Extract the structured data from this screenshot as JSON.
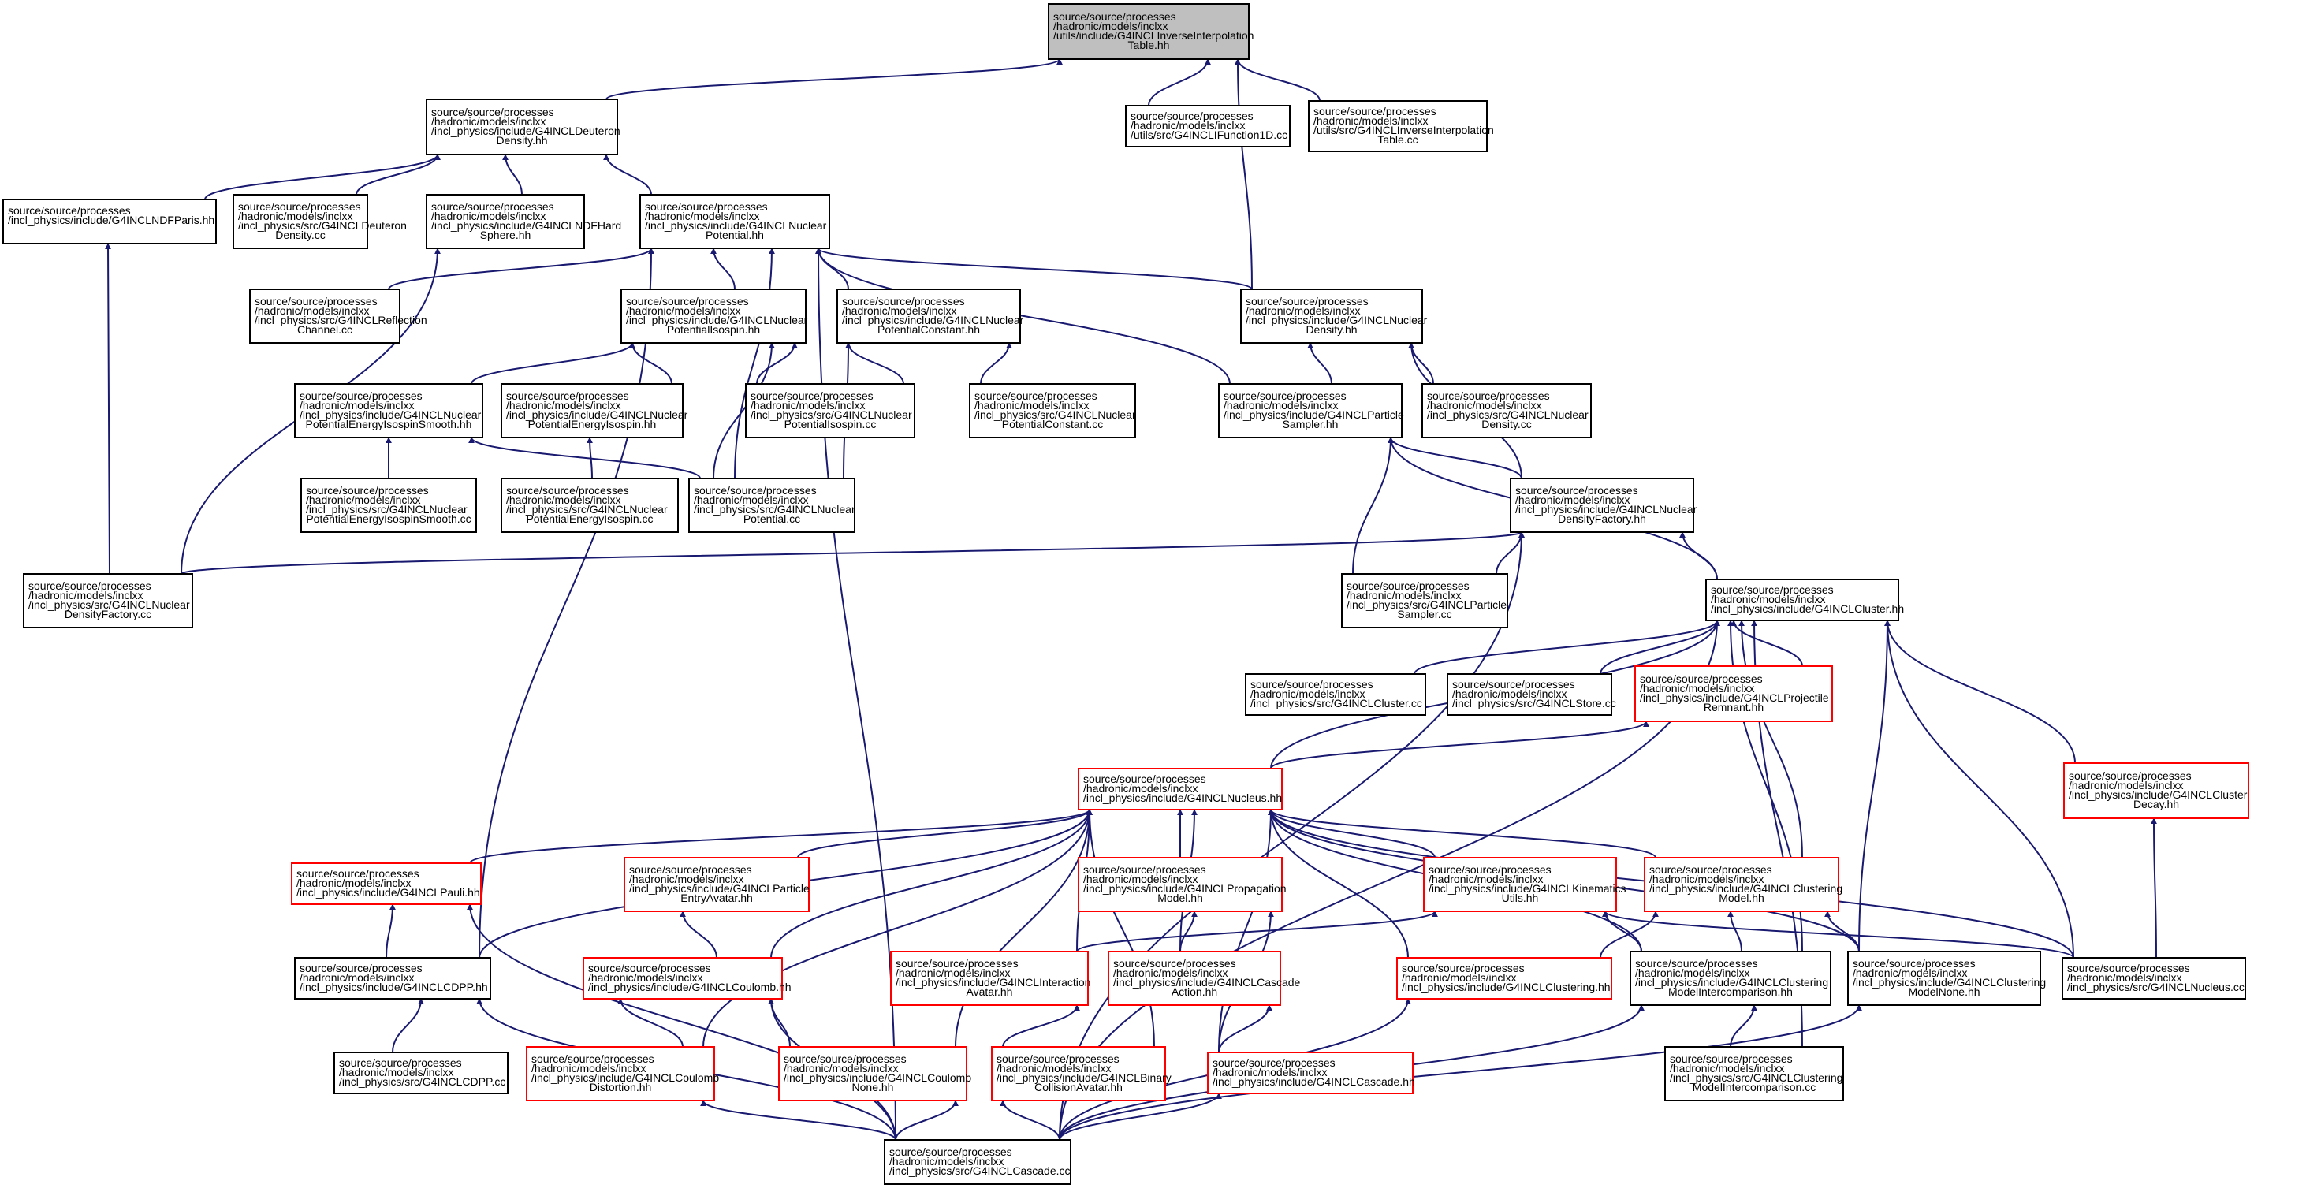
{
  "diagram": {
    "colors": {
      "edge": "#191970",
      "node_border": "#000000",
      "truncated_node_border": "#ff0000",
      "root_fill": "#bfbfbf",
      "node_fill": "#ffffff"
    },
    "nodes": [
      {
        "id": "inv_table_hh",
        "style": "root",
        "lines": [
          "source/source/processes",
          "/hadronic/models/inclxx",
          "/utils/include/G4INCLInverseInterpolation",
          "Table.hh"
        ]
      },
      {
        "id": "deuteron_density_hh",
        "style": "black",
        "lines": [
          "source/source/processes",
          "/hadronic/models/inclxx",
          "/incl_physics/include/G4INCLDeuteron",
          "Density.hh"
        ]
      },
      {
        "id": "ifunction1d_cc",
        "style": "black",
        "lines": [
          "source/source/processes",
          "/hadronic/models/inclxx",
          "/utils/src/G4INCLIFunction1D.cc"
        ]
      },
      {
        "id": "inv_table_cc",
        "style": "black",
        "lines": [
          "source/source/processes",
          "/hadronic/models/inclxx",
          "/utils/src/G4INCLInverseInterpolation",
          "Table.cc"
        ]
      },
      {
        "id": "ndfparis_hh",
        "style": "black",
        "lines": [
          "source/source/processes",
          "/incl_physics/include/G4INCLNDFParis.hh"
        ]
      },
      {
        "id": "deuteron_density_cc",
        "style": "black",
        "lines": [
          "source/source/processes",
          "/hadronic/models/inclxx",
          "/incl_physics/src/G4INCLDeuteron",
          "Density.cc"
        ]
      },
      {
        "id": "ndfhard_hh",
        "style": "black",
        "lines": [
          "source/source/processes",
          "/hadronic/models/inclxx",
          "/incl_physics/include/G4INCLNDFHard",
          "Sphere.hh"
        ]
      },
      {
        "id": "nuclear_potential_hh",
        "style": "black",
        "lines": [
          "source/source/processes",
          "/hadronic/models/inclxx",
          "/incl_physics/include/G4INCLNuclear",
          "Potential.hh"
        ]
      },
      {
        "id": "reflection_cc",
        "style": "black",
        "lines": [
          "source/source/processes",
          "/hadronic/models/inclxx",
          "/incl_physics/src/G4INCLReflection",
          "Channel.cc"
        ]
      },
      {
        "id": "pot_isospin_hh",
        "style": "black",
        "lines": [
          "source/source/processes",
          "/hadronic/models/inclxx",
          "/incl_physics/include/G4INCLNuclear",
          "PotentialIsospin.hh"
        ]
      },
      {
        "id": "pot_constant_hh",
        "style": "black",
        "lines": [
          "source/source/processes",
          "/hadronic/models/inclxx",
          "/incl_physics/include/G4INCLNuclear",
          "PotentialConstant.hh"
        ]
      },
      {
        "id": "nuclear_density_hh",
        "style": "black",
        "lines": [
          "source/source/processes",
          "/hadronic/models/inclxx",
          "/incl_physics/include/G4INCLNuclear",
          "Density.hh"
        ]
      },
      {
        "id": "pe_iso_smooth_hh",
        "style": "black",
        "lines": [
          "source/source/processes",
          "/hadronic/models/inclxx",
          "/incl_physics/include/G4INCLNuclear",
          "PotentialEnergyIsospinSmooth.hh"
        ]
      },
      {
        "id": "pe_iso_hh",
        "style": "black",
        "lines": [
          "source/source/processes",
          "/hadronic/models/inclxx",
          "/incl_physics/include/G4INCLNuclear",
          "PotentialEnergyIsospin.hh"
        ]
      },
      {
        "id": "pot_isospin_cc",
        "style": "black",
        "lines": [
          "source/source/processes",
          "/hadronic/models/inclxx",
          "/incl_physics/src/G4INCLNuclear",
          "PotentialIsospin.cc"
        ]
      },
      {
        "id": "pot_constant_cc",
        "style": "black",
        "lines": [
          "source/source/processes",
          "/hadronic/models/inclxx",
          "/incl_physics/src/G4INCLNuclear",
          "PotentialConstant.cc"
        ]
      },
      {
        "id": "particle_sampler_hh",
        "style": "black",
        "lines": [
          "source/source/processes",
          "/hadronic/models/inclxx",
          "/incl_physics/include/G4INCLParticle",
          "Sampler.hh"
        ]
      },
      {
        "id": "nuclear_density_cc",
        "style": "black",
        "lines": [
          "source/source/processes",
          "/hadronic/models/inclxx",
          "/incl_physics/src/G4INCLNuclear",
          "Density.cc"
        ]
      },
      {
        "id": "pe_iso_smooth_cc",
        "style": "black",
        "lines": [
          "source/source/processes",
          "/hadronic/models/inclxx",
          "/incl_physics/src/G4INCLNuclear",
          "PotentialEnergyIsospinSmooth.cc"
        ]
      },
      {
        "id": "pe_iso_cc",
        "style": "black",
        "lines": [
          "source/source/processes",
          "/hadronic/models/inclxx",
          "/incl_physics/src/G4INCLNuclear",
          "PotentialEnergyIsospin.cc"
        ]
      },
      {
        "id": "nuclear_potential_cc",
        "style": "black",
        "lines": [
          "source/source/processes",
          "/hadronic/models/inclxx",
          "/incl_physics/src/G4INCLNuclear",
          "Potential.cc"
        ]
      },
      {
        "id": "density_factory_hh",
        "style": "black",
        "lines": [
          "source/source/processes",
          "/hadronic/models/inclxx",
          "/incl_physics/include/G4INCLNuclear",
          "DensityFactory.hh"
        ]
      },
      {
        "id": "density_factory_cc",
        "style": "black",
        "lines": [
          "source/source/processes",
          "/hadronic/models/inclxx",
          "/incl_physics/src/G4INCLNuclear",
          "DensityFactory.cc"
        ]
      },
      {
        "id": "particle_sampler_cc",
        "style": "black",
        "lines": [
          "source/source/processes",
          "/hadronic/models/inclxx",
          "/incl_physics/src/G4INCLParticle",
          "Sampler.cc"
        ]
      },
      {
        "id": "cluster_hh",
        "style": "black",
        "lines": [
          "source/source/processes",
          "/hadronic/models/inclxx",
          "/incl_physics/include/G4INCLCluster.hh"
        ]
      },
      {
        "id": "cluster_cc",
        "style": "black",
        "lines": [
          "source/source/processes",
          "/hadronic/models/inclxx",
          "/incl_physics/src/G4INCLCluster.cc"
        ]
      },
      {
        "id": "store_cc",
        "style": "black",
        "lines": [
          "source/source/processes",
          "/hadronic/models/inclxx",
          "/incl_physics/src/G4INCLStore.cc"
        ]
      },
      {
        "id": "projectile_remnant_hh",
        "style": "red",
        "lines": [
          "source/source/processes",
          "/hadronic/models/inclxx",
          "/incl_physics/include/G4INCLProjectile",
          "Remnant.hh"
        ]
      },
      {
        "id": "nucleus_hh",
        "style": "red",
        "lines": [
          "source/source/processes",
          "/hadronic/models/inclxx",
          "/incl_physics/include/G4INCLNucleus.hh"
        ]
      },
      {
        "id": "cluster_decay_hh",
        "style": "red",
        "lines": [
          "source/source/processes",
          "/hadronic/models/inclxx",
          "/incl_physics/include/G4INCLCluster",
          "Decay.hh"
        ]
      },
      {
        "id": "pauli_hh",
        "style": "red",
        "lines": [
          "source/source/processes",
          "/hadronic/models/inclxx",
          "/incl_physics/include/G4INCLPauli.hh"
        ]
      },
      {
        "id": "particle_entry_hh",
        "style": "red",
        "lines": [
          "source/source/processes",
          "/hadronic/models/inclxx",
          "/incl_physics/include/G4INCLParticle",
          "EntryAvatar.hh"
        ]
      },
      {
        "id": "propagation_hh",
        "style": "red",
        "lines": [
          "source/source/processes",
          "/hadronic/models/inclxx",
          "/incl_physics/include/G4INCLPropagation",
          "Model.hh"
        ]
      },
      {
        "id": "kinematics_hh",
        "style": "red",
        "lines": [
          "source/source/processes",
          "/hadronic/models/inclxx",
          "/incl_physics/include/G4INCLKinematics",
          "Utils.hh"
        ]
      },
      {
        "id": "clustering_model_hh",
        "style": "red",
        "lines": [
          "source/source/processes",
          "/hadronic/models/inclxx",
          "/incl_physics/include/G4INCLClustering",
          "Model.hh"
        ]
      },
      {
        "id": "cdpp_hh",
        "style": "black",
        "lines": [
          "source/source/processes",
          "/hadronic/models/inclxx",
          "/incl_physics/include/G4INCLCDPP.hh"
        ]
      },
      {
        "id": "coulomb_hh",
        "style": "red",
        "lines": [
          "source/source/processes",
          "/hadronic/models/inclxx",
          "/incl_physics/include/G4INCLCoulomb.hh"
        ]
      },
      {
        "id": "interaction_avatar_hh",
        "style": "red",
        "lines": [
          "source/source/processes",
          "/hadronic/models/inclxx",
          "/incl_physics/include/G4INCLInteraction",
          "Avatar.hh"
        ]
      },
      {
        "id": "cascade_action_hh",
        "style": "red",
        "lines": [
          "source/source/processes",
          "/hadronic/models/inclxx",
          "/incl_physics/include/G4INCLCascade",
          "Action.hh"
        ]
      },
      {
        "id": "clustering_hh",
        "style": "red",
        "lines": [
          "source/source/processes",
          "/hadronic/models/inclxx",
          "/incl_physics/include/G4INCLClustering.hh"
        ]
      },
      {
        "id": "clustering_mi_hh",
        "style": "black",
        "lines": [
          "source/source/processes",
          "/hadronic/models/inclxx",
          "/incl_physics/include/G4INCLClustering",
          "ModelIntercomparison.hh"
        ]
      },
      {
        "id": "clustering_none_hh",
        "style": "black",
        "lines": [
          "source/source/processes",
          "/hadronic/models/inclxx",
          "/incl_physics/include/G4INCLClustering",
          "ModelNone.hh"
        ]
      },
      {
        "id": "nucleus_cc",
        "style": "black",
        "lines": [
          "source/source/processes",
          "/hadronic/models/inclxx",
          "/incl_physics/src/G4INCLNucleus.cc"
        ]
      },
      {
        "id": "cdpp_cc",
        "style": "black",
        "lines": [
          "source/source/processes",
          "/hadronic/models/inclxx",
          "/incl_physics/src/G4INCLCDPP.cc"
        ]
      },
      {
        "id": "coulomb_distortion_hh",
        "style": "red",
        "lines": [
          "source/source/processes",
          "/hadronic/models/inclxx",
          "/incl_physics/include/G4INCLCoulomb",
          "Distortion.hh"
        ]
      },
      {
        "id": "coulomb_none_hh",
        "style": "red",
        "lines": [
          "source/source/processes",
          "/hadronic/models/inclxx",
          "/incl_physics/include/G4INCLCoulomb",
          "None.hh"
        ]
      },
      {
        "id": "binary_collision_hh",
        "style": "red",
        "lines": [
          "source/source/processes",
          "/hadronic/models/inclxx",
          "/incl_physics/include/G4INCLBinary",
          "CollisionAvatar.hh"
        ]
      },
      {
        "id": "cascade_hh",
        "style": "red",
        "lines": [
          "source/source/processes",
          "/hadronic/models/inclxx",
          "/incl_physics/include/G4INCLCascade.hh"
        ]
      },
      {
        "id": "clustering_mi_cc",
        "style": "black",
        "lines": [
          "source/source/processes",
          "/hadronic/models/inclxx",
          "/incl_physics/src/G4INCLClustering",
          "ModelIntercomparison.cc"
        ]
      },
      {
        "id": "cascade_cc",
        "style": "black",
        "lines": [
          "source/source/processes",
          "/hadronic/models/inclxx",
          "/incl_physics/src/G4INCLCascade.cc"
        ]
      }
    ],
    "edges": [
      [
        "deuteron_density_hh",
        "inv_table_hh"
      ],
      [
        "ifunction1d_cc",
        "inv_table_hh"
      ],
      [
        "inv_table_cc",
        "inv_table_hh"
      ],
      [
        "nuclear_density_hh",
        "inv_table_hh"
      ],
      [
        "ndfparis_hh",
        "deuteron_density_hh"
      ],
      [
        "deuteron_density_cc",
        "deuteron_density_hh"
      ],
      [
        "ndfhard_hh",
        "deuteron_density_hh"
      ],
      [
        "nuclear_potential_hh",
        "deuteron_density_hh"
      ],
      [
        "density_factory_cc",
        "ndfparis_hh"
      ],
      [
        "density_factory_cc",
        "ndfhard_hh"
      ],
      [
        "reflection_cc",
        "nuclear_potential_hh"
      ],
      [
        "pot_isospin_hh",
        "nuclear_potential_hh"
      ],
      [
        "pot_constant_hh",
        "nuclear_potential_hh"
      ],
      [
        "nuclear_density_hh",
        "nuclear_potential_hh"
      ],
      [
        "particle_sampler_hh",
        "nuclear_potential_hh"
      ],
      [
        "nuclear_potential_cc",
        "nuclear_potential_hh"
      ],
      [
        "cdpp_hh",
        "nuclear_potential_hh"
      ],
      [
        "cascade_cc",
        "nuclear_potential_hh"
      ],
      [
        "pe_iso_smooth_hh",
        "pot_isospin_hh"
      ],
      [
        "pe_iso_hh",
        "pot_isospin_hh"
      ],
      [
        "pot_isospin_cc",
        "pot_isospin_hh"
      ],
      [
        "nuclear_potential_cc",
        "pot_isospin_hh"
      ],
      [
        "pot_isospin_cc",
        "pot_constant_hh"
      ],
      [
        "pot_constant_cc",
        "pot_constant_hh"
      ],
      [
        "nuclear_potential_cc",
        "pot_constant_hh"
      ],
      [
        "pe_iso_smooth_cc",
        "pe_iso_smooth_hh"
      ],
      [
        "nuclear_potential_cc",
        "pe_iso_smooth_hh"
      ],
      [
        "pe_iso_cc",
        "pe_iso_hh"
      ],
      [
        "particle_sampler_hh",
        "nuclear_density_hh"
      ],
      [
        "nuclear_density_cc",
        "nuclear_density_hh"
      ],
      [
        "density_factory_hh",
        "nuclear_density_hh"
      ],
      [
        "density_factory_hh",
        "particle_sampler_hh"
      ],
      [
        "particle_sampler_cc",
        "particle_sampler_hh"
      ],
      [
        "cluster_hh",
        "particle_sampler_hh"
      ],
      [
        "density_factory_cc",
        "density_factory_hh"
      ],
      [
        "particle_sampler_cc",
        "density_factory_hh"
      ],
      [
        "cluster_hh",
        "density_factory_hh"
      ],
      [
        "cascade_cc",
        "density_factory_hh"
      ],
      [
        "cluster_cc",
        "cluster_hh"
      ],
      [
        "store_cc",
        "cluster_hh"
      ],
      [
        "projectile_remnant_hh",
        "cluster_hh"
      ],
      [
        "nucleus_hh",
        "cluster_hh"
      ],
      [
        "cluster_decay_hh",
        "cluster_hh"
      ],
      [
        "clustering_model_hh",
        "cluster_hh"
      ],
      [
        "clustering_mi_hh",
        "cluster_hh"
      ],
      [
        "clustering_none_hh",
        "cluster_hh"
      ],
      [
        "nucleus_cc",
        "cluster_hh"
      ],
      [
        "clustering_mi_cc",
        "cluster_hh"
      ],
      [
        "nucleus_hh",
        "projectile_remnant_hh"
      ],
      [
        "pauli_hh",
        "nucleus_hh"
      ],
      [
        "particle_entry_hh",
        "nucleus_hh"
      ],
      [
        "propagation_hh",
        "nucleus_hh"
      ],
      [
        "kinematics_hh",
        "nucleus_hh"
      ],
      [
        "clustering_model_hh",
        "nucleus_hh"
      ],
      [
        "cdpp_hh",
        "nucleus_hh"
      ],
      [
        "coulomb_hh",
        "nucleus_hh"
      ],
      [
        "interaction_avatar_hh",
        "nucleus_hh"
      ],
      [
        "cascade_action_hh",
        "nucleus_hh"
      ],
      [
        "clustering_hh",
        "nucleus_hh"
      ],
      [
        "clustering_mi_hh",
        "nucleus_hh"
      ],
      [
        "clustering_none_hh",
        "nucleus_hh"
      ],
      [
        "nucleus_cc",
        "nucleus_hh"
      ],
      [
        "coulomb_distortion_hh",
        "nucleus_hh"
      ],
      [
        "coulomb_none_hh",
        "nucleus_hh"
      ],
      [
        "binary_collision_hh",
        "nucleus_hh"
      ],
      [
        "cascade_hh",
        "nucleus_hh"
      ],
      [
        "nucleus_cc",
        "cluster_decay_hh"
      ],
      [
        "cdpp_hh",
        "pauli_hh"
      ],
      [
        "cascade_cc",
        "pauli_hh"
      ],
      [
        "coulomb_hh",
        "particle_entry_hh"
      ],
      [
        "cascade_action_hh",
        "propagation_hh"
      ],
      [
        "cascade_hh",
        "propagation_hh"
      ],
      [
        "interaction_avatar_hh",
        "kinematics_hh"
      ],
      [
        "clustering_mi_hh",
        "kinematics_hh"
      ],
      [
        "nucleus_cc",
        "kinematics_hh"
      ],
      [
        "clustering_hh",
        "clustering_model_hh"
      ],
      [
        "clustering_mi_hh",
        "clustering_model_hh"
      ],
      [
        "clustering_none_hh",
        "clustering_model_hh"
      ],
      [
        "cdpp_cc",
        "cdpp_hh"
      ],
      [
        "cascade_cc",
        "cdpp_hh"
      ],
      [
        "coulomb_distortion_hh",
        "coulomb_hh"
      ],
      [
        "coulomb_none_hh",
        "coulomb_hh"
      ],
      [
        "cascade_cc",
        "coulomb_hh"
      ],
      [
        "binary_collision_hh",
        "interaction_avatar_hh"
      ],
      [
        "cascade_hh",
        "cascade_action_hh"
      ],
      [
        "cascade_cc",
        "clustering_hh"
      ],
      [
        "clustering_mi_cc",
        "clustering_mi_hh"
      ],
      [
        "cascade_cc",
        "clustering_mi_hh"
      ],
      [
        "cascade_cc",
        "clustering_none_hh"
      ],
      [
        "cascade_cc",
        "coulomb_distortion_hh"
      ],
      [
        "cascade_cc",
        "coulomb_none_hh"
      ],
      [
        "cascade_cc",
        "binary_collision_hh"
      ],
      [
        "cascade_cc",
        "cascade_hh"
      ],
      [
        "cascade_cc",
        "cluster_hh"
      ]
    ]
  }
}
